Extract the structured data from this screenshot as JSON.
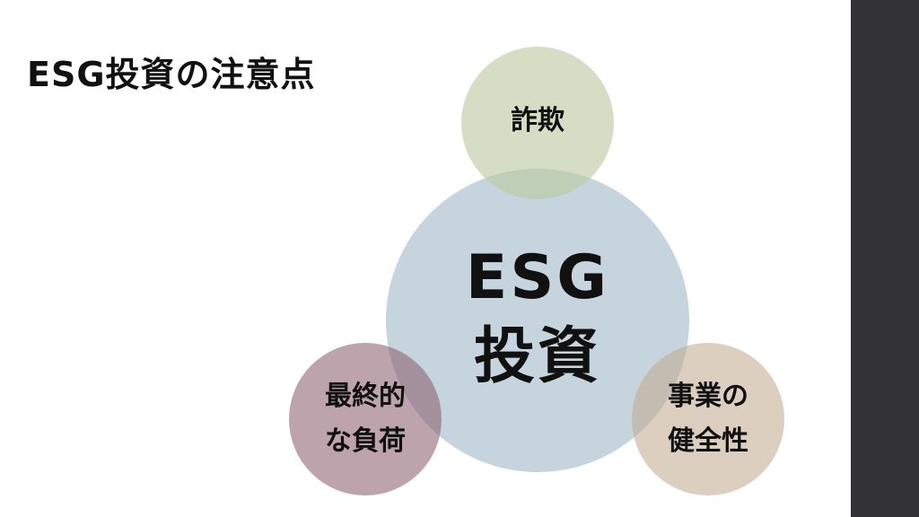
{
  "title": "ESG投資の注意点",
  "diagram": {
    "center": {
      "lines": [
        "ESG",
        "投資"
      ],
      "color": "#b0c4d0"
    },
    "top": {
      "lines": [
        "詐欺"
      ],
      "color": "#bccaa0"
    },
    "bottom_left": {
      "lines": [
        "最終的",
        "な負荷"
      ],
      "color": "#8e6070"
    },
    "bottom_right": {
      "lines": [
        "事業の",
        "健全性"
      ],
      "color": "#c2aa8c"
    }
  },
  "colors": {
    "background": "#ffffff",
    "side_bar": "#333335",
    "text": "#111111"
  }
}
